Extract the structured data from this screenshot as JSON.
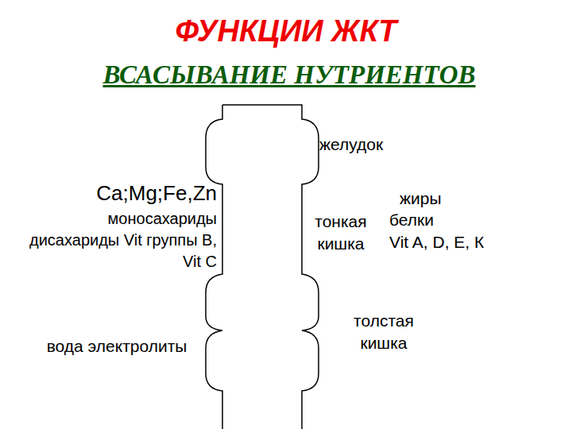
{
  "diagram": {
    "title": "ФУНКЦИИ ЖКТ",
    "labels": [
      "ВСАСЫВАНИЕ НУТРИЕНТОВ",
      "желудок",
      "Ca;Mg;Fe,Zn",
      "моносахариды дисахариды Vit группы B, Vit C",
      "жиры",
      "тонкая кишка",
      "белки",
      "Vit A, D, E, К",
      "толстая кишка",
      "вода электролиты"
    ]
  }
}
